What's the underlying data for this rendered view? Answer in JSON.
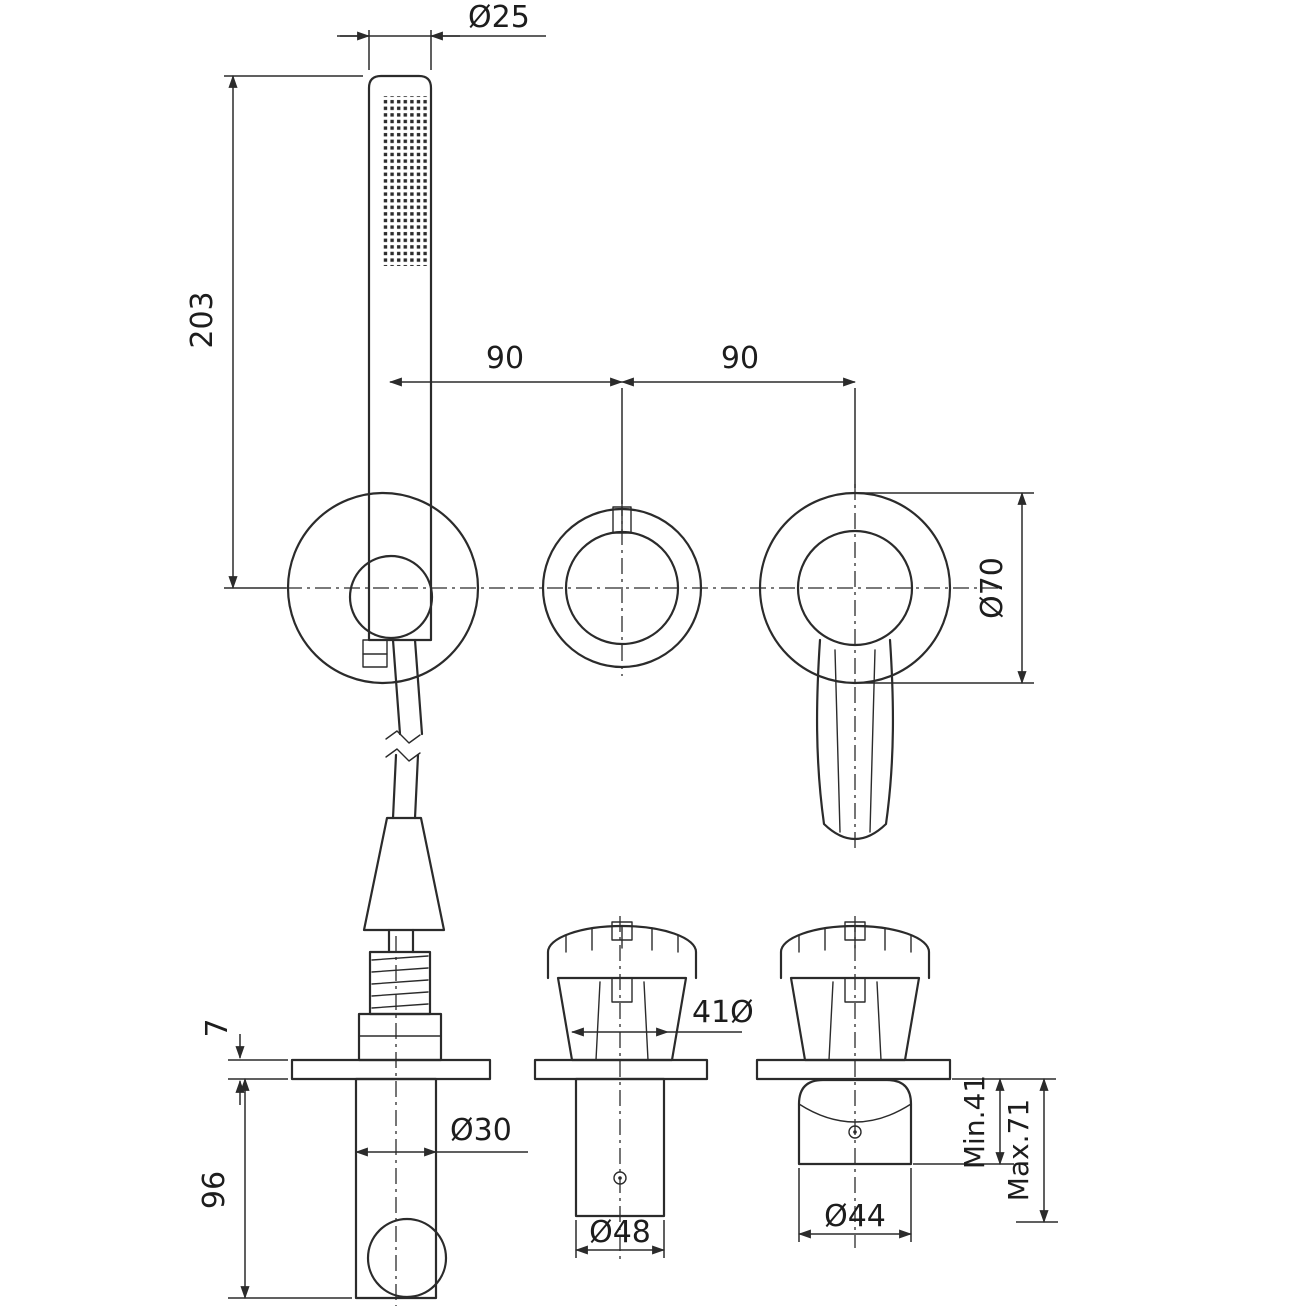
{
  "colors": {
    "line": "#2b2b2b",
    "background": "#ffffff"
  },
  "dims": {
    "handset_diameter": "Ø25",
    "handset_height": "203",
    "spacing_left": "90",
    "spacing_right": "90",
    "escutcheon_diameter": "Ø70",
    "plate_thickness": "7",
    "outlet_height": "96",
    "outlet_diameter": "Ø30",
    "cartridge_diameter": "41Ø",
    "valve_body_diameter": "Ø48",
    "depth_min": "Min.41",
    "depth_max": "Max.71",
    "valve_diameter": "Ø44"
  }
}
